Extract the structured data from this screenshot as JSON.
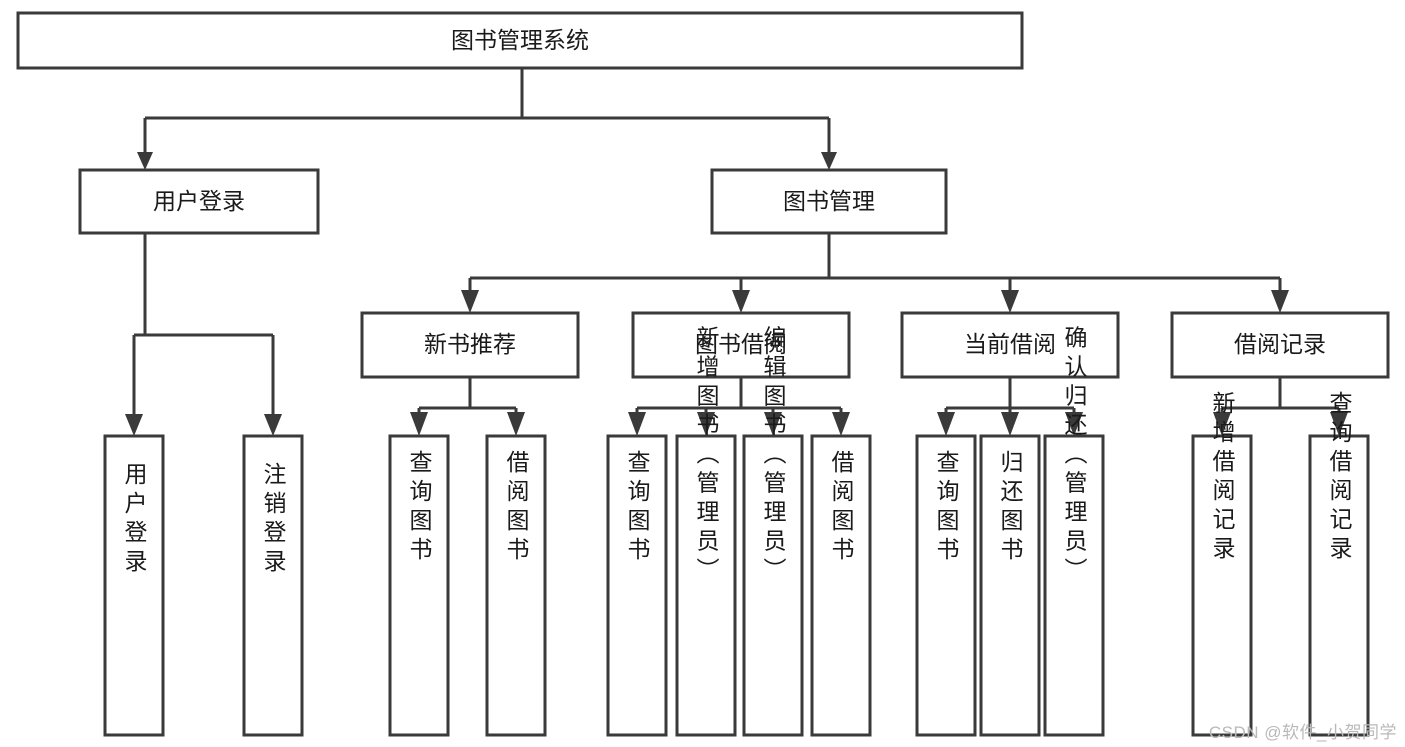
{
  "diagram": {
    "title": "图书管理系统",
    "type": "tree",
    "watermark": "CSDN @软件_小贺同学",
    "root": {
      "id": "root",
      "label": "图书管理系统"
    },
    "level1": [
      {
        "id": "user-login",
        "label": "用户登录"
      },
      {
        "id": "book-management",
        "label": "图书管理"
      }
    ],
    "level2": [
      {
        "id": "new-book-recommend",
        "label": "新书推荐",
        "parent": "book-management"
      },
      {
        "id": "book-borrow",
        "label": "图书借阅",
        "parent": "book-management"
      },
      {
        "id": "current-borrow",
        "label": "当前借阅",
        "parent": "book-management"
      },
      {
        "id": "borrow-record",
        "label": "借阅记录",
        "parent": "book-management"
      }
    ],
    "leaves": {
      "user-login": [
        {
          "id": "leaf-user-login",
          "label": "用户登录"
        },
        {
          "id": "leaf-logout-login",
          "label": "注销登录"
        }
      ],
      "new-book-recommend": [
        {
          "id": "leaf-query-book-1",
          "label": "查询图书"
        },
        {
          "id": "leaf-borrow-book-1",
          "label": "借阅图书"
        }
      ],
      "book-borrow": [
        {
          "id": "leaf-query-book-2",
          "label": "查询图书"
        },
        {
          "id": "leaf-add-book",
          "label": "新增图书（管理员）"
        },
        {
          "id": "leaf-edit-book",
          "label": "编辑图书（管理员）"
        },
        {
          "id": "leaf-borrow-book-2",
          "label": "借阅图书"
        }
      ],
      "current-borrow": [
        {
          "id": "leaf-query-book-3",
          "label": "查询图书"
        },
        {
          "id": "leaf-return-book",
          "label": "归还图书"
        },
        {
          "id": "leaf-confirm-return",
          "label": "确认归还（管理员）"
        }
      ],
      "borrow-record": [
        {
          "id": "leaf-add-record",
          "label": "新增借阅记录"
        },
        {
          "id": "leaf-query-record",
          "label": "查询借阅记录"
        }
      ]
    },
    "colors": {
      "stroke": "#3a3a3a",
      "fill": "#ffffff",
      "text": "#1a1a1a",
      "watermark": "#b9b9b9"
    }
  }
}
